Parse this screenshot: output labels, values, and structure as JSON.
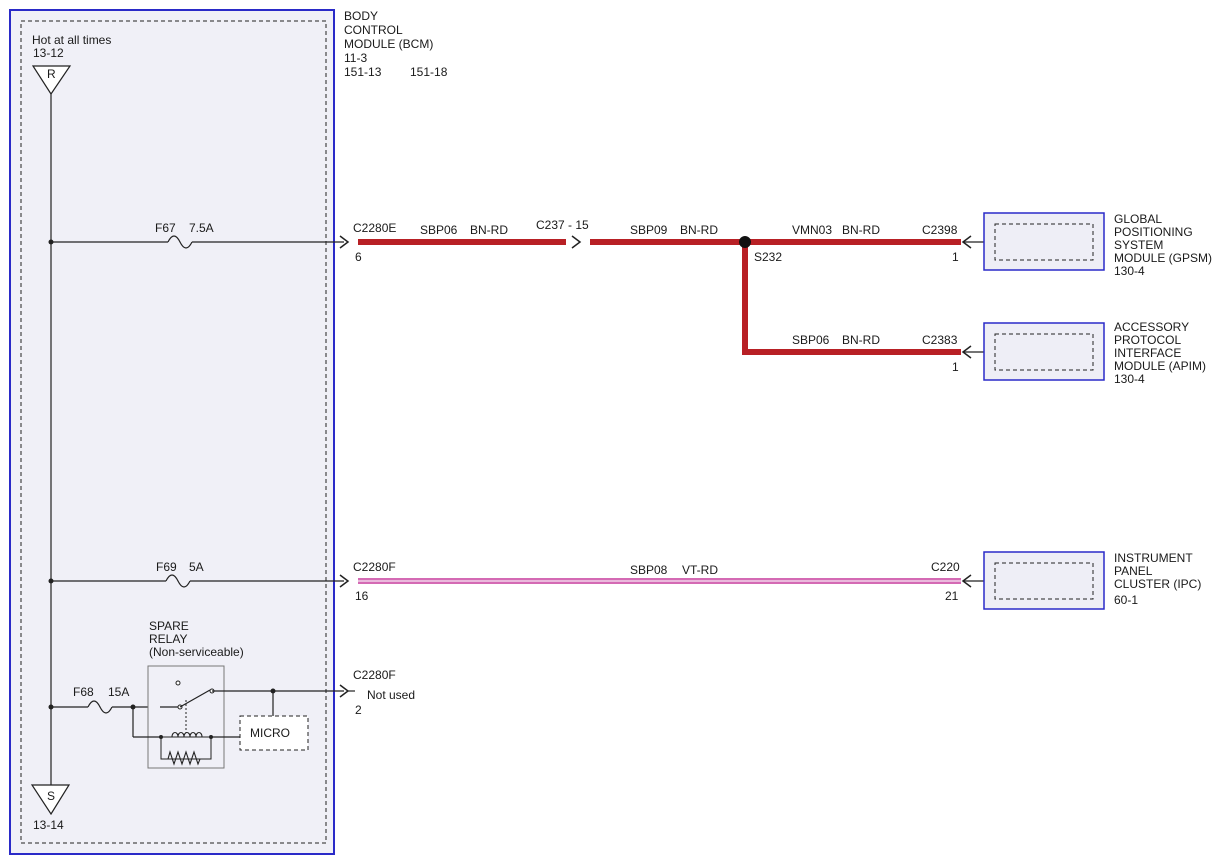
{
  "bcm": {
    "hot_label": "Hot at all times",
    "top_ref": "13-12",
    "top_symbol": "R",
    "bottom_ref": "13-14",
    "bottom_symbol": "S",
    "name_lines": [
      "BODY",
      "CONTROL",
      "MODULE (BCM)"
    ],
    "ref": "11-3",
    "page_refs": [
      "151-13",
      "151-18"
    ]
  },
  "fuses": {
    "f67": {
      "name": "F67",
      "rating": "7.5A"
    },
    "f69": {
      "name": "F69",
      "rating": "5A"
    },
    "f68": {
      "name": "F68",
      "rating": "15A"
    }
  },
  "relay": {
    "title_lines": [
      "SPARE",
      "RELAY"
    ],
    "note": "(Non-serviceable)",
    "micro_label": "MICRO"
  },
  "circuit1": {
    "bcm_connector": "C2280E",
    "bcm_pin": "6",
    "wire1_circuit": "SBP06",
    "wire1_color": "BN-RD",
    "inline_connector": "C237 - 15",
    "wire2_circuit": "SBP09",
    "wire2_color": "BN-RD",
    "splice": "S232",
    "gpsm_wire_circuit": "VMN03",
    "gpsm_wire_color": "BN-RD",
    "gpsm_connector": "C2398",
    "gpsm_pin": "1",
    "apim_wire_circuit": "SBP06",
    "apim_wire_color": "BN-RD",
    "apim_connector": "C2383",
    "apim_pin": "1"
  },
  "circuit2": {
    "bcm_connector": "C2280F",
    "bcm_pin": "16",
    "wire_circuit": "SBP08",
    "wire_color": "VT-RD",
    "ipc_connector": "C220",
    "ipc_pin": "21"
  },
  "circuit3": {
    "bcm_connector": "C2280F",
    "bcm_pin": "2",
    "status": "Not used"
  },
  "modules": {
    "gpsm": {
      "lines": [
        "GLOBAL",
        "POSITIONING",
        "SYSTEM",
        "MODULE (GPSM)"
      ],
      "ref": "130-4"
    },
    "apim": {
      "lines": [
        "ACCESSORY",
        "PROTOCOL",
        "INTERFACE",
        "MODULE (APIM)"
      ],
      "ref": "130-4"
    },
    "ipc": {
      "lines": [
        "INSTRUMENT",
        "PANEL",
        "CLUSTER (IPC)"
      ],
      "ref": "60-1"
    }
  },
  "colors": {
    "bn_rd": "#b82025",
    "vt_rd": "#d46ab4",
    "module_border": "#2a2ac8",
    "module_fill": "#eeeef6"
  }
}
